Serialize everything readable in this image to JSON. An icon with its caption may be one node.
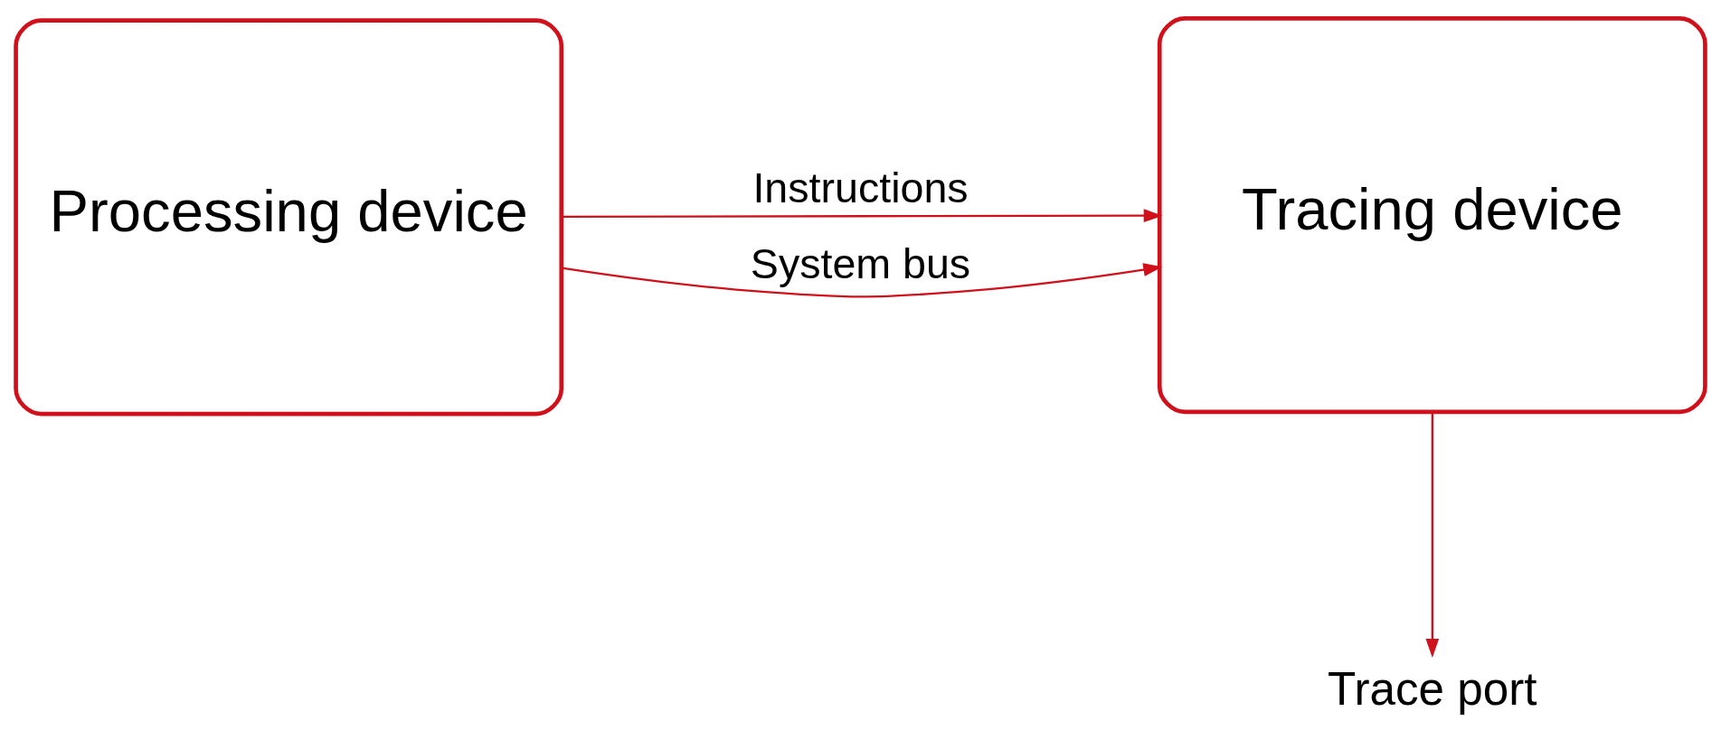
{
  "diagram": {
    "nodes": [
      {
        "text": [
          "Processing device"
        ]
      },
      {
        "text": [
          "Tracing device"
        ]
      },
      {
        "text": [
          "Trace port"
        ]
      }
    ],
    "edges": [
      {
        "from": 0,
        "to": 1,
        "arrow": "to",
        "label": "Instructions"
      },
      {
        "from": 0,
        "to": 1,
        "arrow": "to",
        "label": "System bus"
      },
      {
        "from": 1,
        "to": 2,
        "arrow": "to"
      }
    ]
  }
}
